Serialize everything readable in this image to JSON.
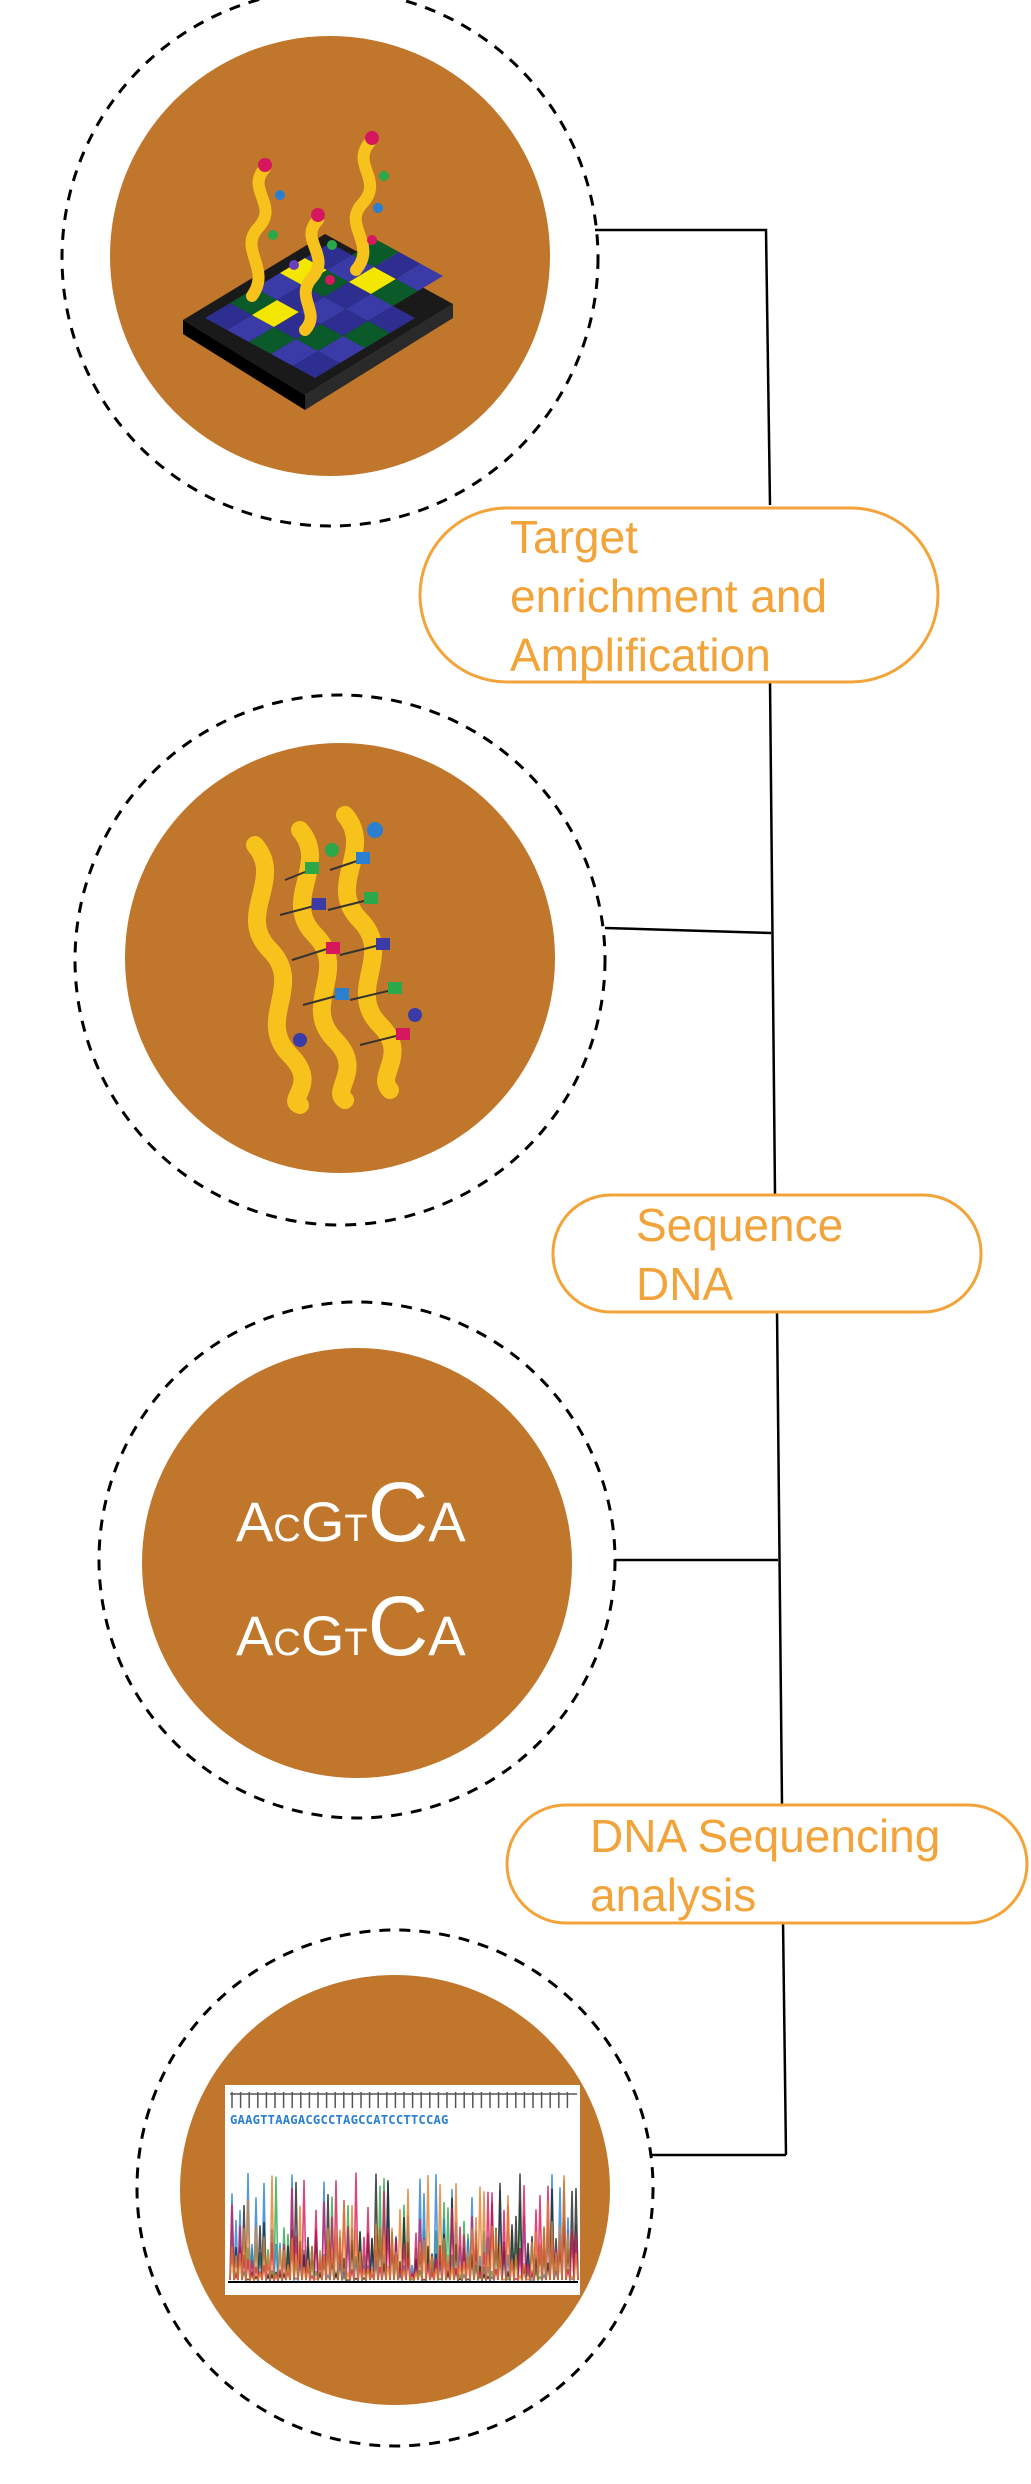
{
  "colors": {
    "circle_fill": "#C0762B",
    "accent_orange": "#F2A43A",
    "line": "#000000",
    "background": "#FFFFFF"
  },
  "steps": [
    {
      "id": "enrichment",
      "label_lines": [
        "Target",
        "enrichment and",
        "Amplification"
      ]
    },
    {
      "id": "sequence",
      "label_lines": [
        "Sequence",
        "DNA"
      ]
    },
    {
      "id": "analysis",
      "label_lines": [
        "DNA Sequencing",
        "analysis"
      ]
    }
  ],
  "sequence_text": {
    "line1": [
      {
        "text": "A",
        "size": "medium"
      },
      {
        "text": "C",
        "size": "small"
      },
      {
        "text": "G",
        "size": "medium"
      },
      {
        "text": "T",
        "size": "small"
      },
      {
        "text": "C",
        "size": "large"
      },
      {
        "text": "A",
        "size": "medium"
      }
    ],
    "line2": [
      {
        "text": "A",
        "size": "medium"
      },
      {
        "text": "C",
        "size": "small"
      },
      {
        "text": "G",
        "size": "medium"
      },
      {
        "text": "T",
        "size": "small"
      },
      {
        "text": "C",
        "size": "large"
      },
      {
        "text": "A",
        "size": "medium"
      }
    ]
  },
  "chromatogram_bases": "GAAGTTAAGACGCCTAGCCATCCTTCCAG",
  "icons": [
    "microarray-chip-icon",
    "dna-strands-icon",
    "sequence-letters-icon",
    "chromatogram-icon"
  ]
}
